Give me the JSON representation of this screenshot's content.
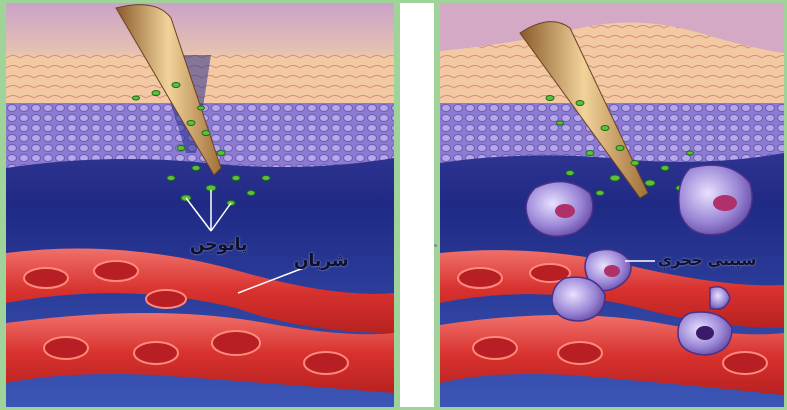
{
  "labels": {
    "pathogen": "پاتوجن",
    "artery": "شريان",
    "immune_cell": "سپيني حجرې"
  },
  "colors": {
    "frame": "#9fd39a",
    "tissue_dark": "#2a2f8f",
    "skin": "#f3c9a4",
    "blood_vessel": "#d8322f",
    "blood_cell": "#b81f25",
    "bacteria": "#5bc13c",
    "thorn": "#c99a5a",
    "immune_cell": "#9a86d6"
  },
  "icons": {
    "thorn": "thorn-icon",
    "bacteria": "bacteria-icon",
    "blood_cell": "red-blood-cell-icon",
    "immune_cell": "phagocyte-icon"
  }
}
